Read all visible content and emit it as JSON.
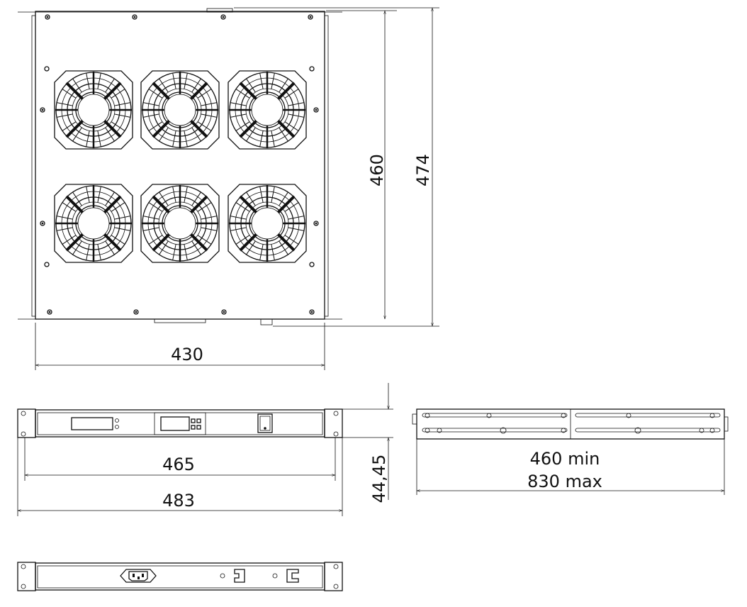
{
  "dimensions": {
    "top_depth": "460",
    "top_total_depth": "474",
    "top_width": "430",
    "front_inner_width": "465",
    "front_total_width": "483",
    "height": "44,45",
    "rail_min": "460 min",
    "rail_max": "830 max"
  },
  "fan_count": 6,
  "colors": {
    "line": "#111111",
    "background": "#ffffff"
  }
}
